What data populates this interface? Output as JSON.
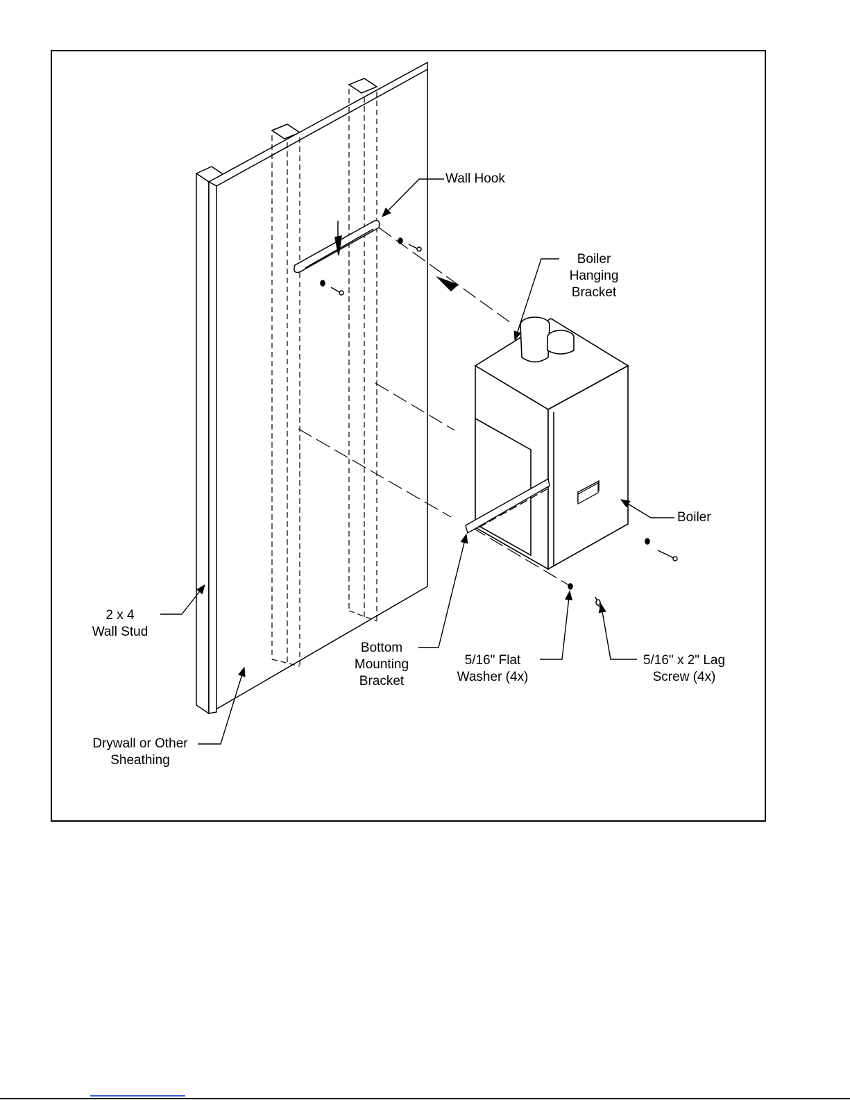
{
  "labels": {
    "wall_hook": "Wall Hook",
    "hanging_bracket": "Boiler\nHanging\nBracket",
    "boiler": "Boiler",
    "wall_stud": "2 x 4\nWall Stud",
    "bottom_bracket": "Bottom\nMounting\nBracket",
    "flat_washer": "5/16\" Flat\nWasher (4x)",
    "lag_screw": "5/16\" x 2\" Lag\nScrew (4x)",
    "sheathing": "Drywall or Other\nSheathing"
  },
  "colors": {
    "line": "#000000",
    "fill": "#ffffff",
    "link": "#3b5bdb"
  }
}
